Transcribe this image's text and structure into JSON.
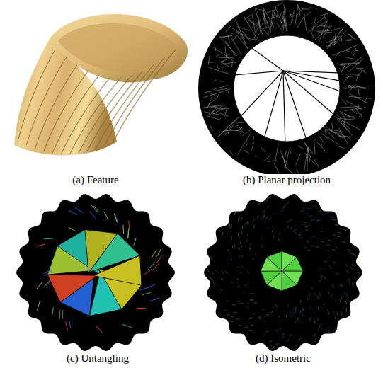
{
  "diagram": {
    "labels": [
      "(a) Feature",
      "(b) Planar projection",
      "(c) Untangling",
      "(d) Isometric"
    ]
  }
}
